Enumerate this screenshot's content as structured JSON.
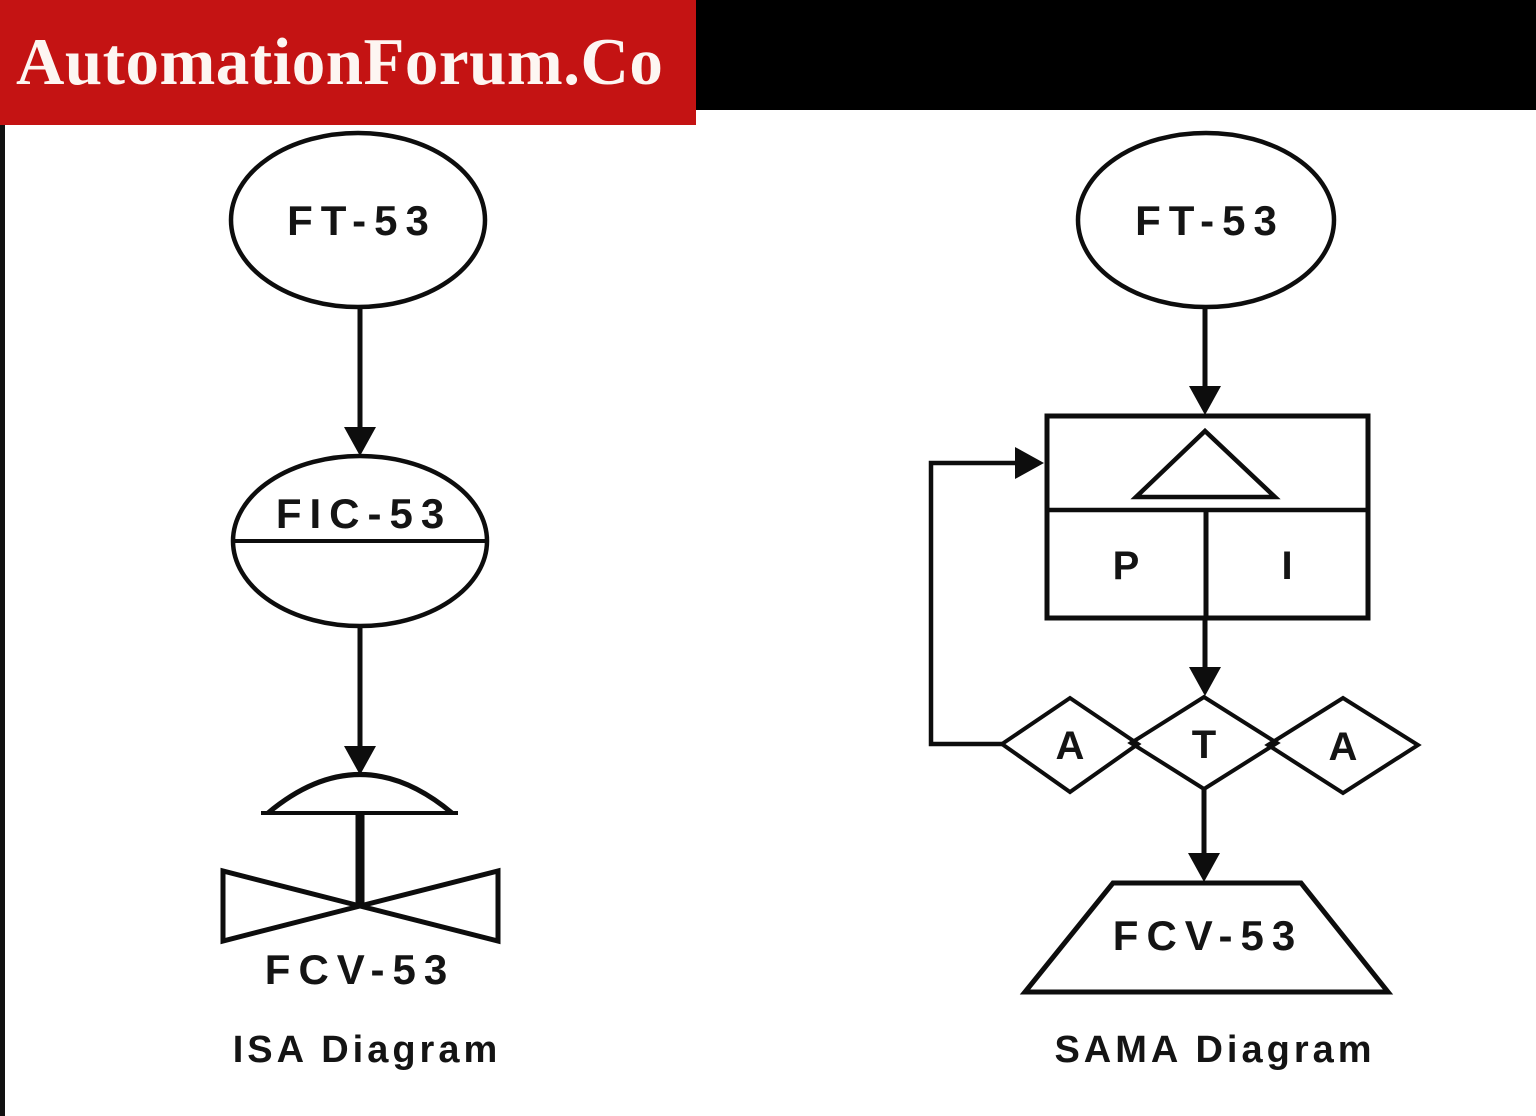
{
  "header": {
    "logo_text": "AutomationForum.Co",
    "banner_color": "#c41313",
    "bar_color": "#000000"
  },
  "isa_diagram": {
    "caption": "ISA Diagram",
    "transmitter_bubble": "FT-53",
    "controller_bubble": "FIC-53",
    "valve_label": "FCV-53"
  },
  "sama_diagram": {
    "caption": "SAMA Diagram",
    "transmitter_bubble": "FT-53",
    "pid_block": {
      "proportional": "P",
      "integral": "I"
    },
    "transfer_switch": {
      "left_auto": "A",
      "center_transfer": "T",
      "right_auto": "A"
    },
    "valve_label": "FCV-53"
  },
  "colors": {
    "line": "#0d0d0d",
    "banner_red": "#c41313"
  }
}
